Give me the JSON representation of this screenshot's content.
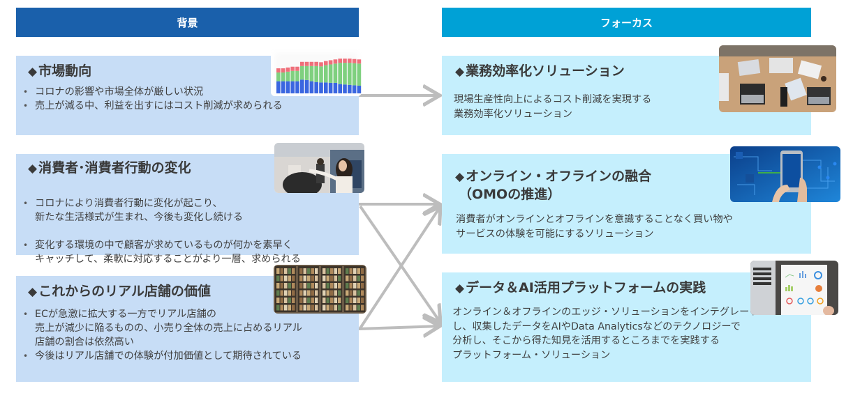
{
  "headers": {
    "left": "背景",
    "right": "フォーカス"
  },
  "background": [
    {
      "title": "市場動向",
      "bullets": [
        "コロナの影響や市場全体が厳しい状況",
        "売上が減る中、利益を出すにはコスト削減が求められる"
      ],
      "image": "stacked-bar-chart-thumbnail"
    },
    {
      "title": "消費者･消費者行動の変化",
      "bullets": [
        "コロナにより消費者行動に変化が起こり、\n新たな生活様式が生まれ、今後も変化し続ける",
        "変化する環境の中で顧客が求めているものが何かを素早く\nキャッチして、柔軟に対応することがより一層、求められる"
      ],
      "image": "shopping-woman-photo"
    },
    {
      "title": "これからのリアル店舗の価値",
      "bullets": [
        "ECが急激に拡大する一方でリアル店舗の\n売上が減少に陥るものの、小売り全体の売上に占めるリアル\n店舗の割合は依然高い",
        "今後はリアル店舗での体験が付加価値として期待されている"
      ],
      "image": "retail-store-shelves-photo"
    }
  ],
  "focus": [
    {
      "title": "業務効率化ソリューション",
      "text": "現場生産性向上によるコスト削減を実現する\n業務効率化ソリューション",
      "image": "office-meeting-laptops-photo"
    },
    {
      "title": "オンライン・オフラインの融合",
      "title2": "（OMOの推進）",
      "text": "消費者がオンラインとオフラインを意識することなく買い物や\nサービスの体験を可能にするソリューション",
      "image": "smartphone-circuit-photo"
    },
    {
      "title": "データ＆AI活用プラットフォームの実践",
      "text": "オンライン＆オフラインのエッジ・ソリューションをインテグレート\nし、収集したデータをAIやData Analyticsなどのテクノロジーで\n分析し、そこから得た知見を活用するところまでを実践する\nプラットフォーム・ソリューション",
      "image": "analytics-dashboard-photo"
    }
  ],
  "bullet_marker": "◆",
  "arrows": [
    {
      "from": "background.0",
      "to": "focus.0"
    },
    {
      "from": "background.1",
      "to": "focus.1"
    },
    {
      "from": "background.1",
      "to": "focus.2"
    },
    {
      "from": "background.2",
      "to": "focus.1"
    },
    {
      "from": "background.2",
      "to": "focus.2"
    }
  ],
  "colors": {
    "header_left": "#1A60AB",
    "header_right": "#00A1D6",
    "box_left": "#C7DDF6",
    "box_right": "#C5EFFD",
    "arrow": "#BDBDBD",
    "text": "#404040"
  }
}
